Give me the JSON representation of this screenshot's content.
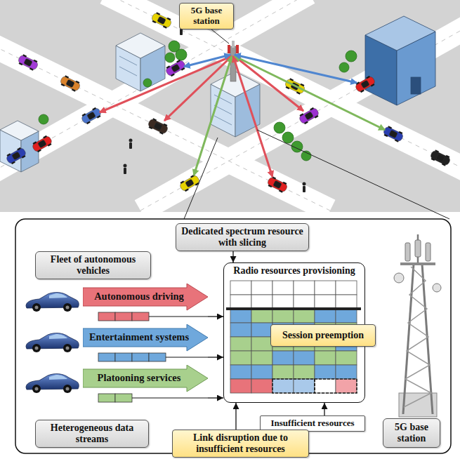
{
  "diagram": {
    "nodes": [
      {
        "text": [
          "5G base station"
        ]
      },
      {
        "text": [
          "Dedicated spectrum resource with slicing"
        ]
      },
      {
        "text": [
          "Fleet of autonomous vehicles"
        ]
      },
      {
        "text": [
          "Radio resources provisioning"
        ]
      },
      {
        "text": [
          "Autonomous driving"
        ]
      },
      {
        "text": [
          "Entertainment systems"
        ]
      },
      {
        "text": [
          "Platooning services"
        ]
      },
      {
        "text": [
          "Session preemption"
        ],
        "in": 3
      },
      {
        "text": [
          "Heterogeneous data streams"
        ]
      },
      {
        "text": [
          "Insufficient resources"
        ]
      },
      {
        "text": [
          "Link disruption due to insufficient resources"
        ]
      },
      {
        "text": [
          "5G base station"
        ]
      }
    ],
    "edges": [
      {
        "from": 1,
        "to": 3,
        "arrow": "to"
      },
      {
        "from": 4,
        "to": 3,
        "arrow": "to"
      },
      {
        "from": 5,
        "to": 3,
        "arrow": "to"
      },
      {
        "from": 6,
        "to": 3,
        "arrow": "to"
      },
      {
        "from": 9,
        "to": 3,
        "arrow": "to"
      },
      {
        "from": 10,
        "to": 3,
        "arrow": "to"
      }
    ]
  }
}
